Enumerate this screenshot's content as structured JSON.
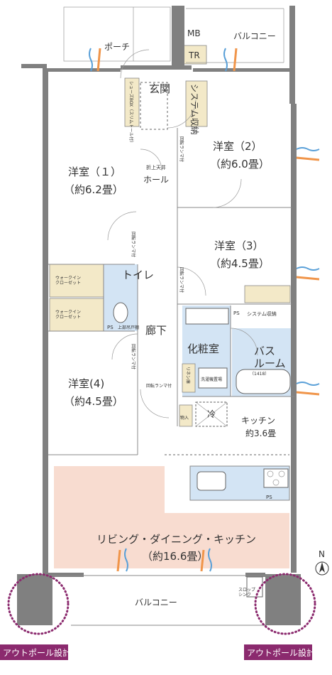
{
  "rooms": {
    "porch": "ポーチ",
    "mb": "MB",
    "tr": "TR",
    "balcony_top": "バルコニー",
    "entrance": "玄関",
    "shoebox": "シューズBOX（スリムトール付）",
    "system_storage_v": "システム収納",
    "ceiling_storage": "折上天井",
    "hall": "ホール",
    "bed1_name": "洋室（１）",
    "bed1_size": "（約6.2畳）",
    "bed2_name": "洋室（2）",
    "bed2_size": "（約6.0畳）",
    "bed3_name": "洋室（3）",
    "bed3_size": "（約4.5畳）",
    "bed4_name": "洋室(4)",
    "bed4_size": "（約4.5畳）",
    "walkin1": "ウォークイン\nクローゼット",
    "walkin2": "ウォークイン\nクローゼット",
    "toilet": "トイレ",
    "ps": "PS",
    "toilet_shelf": "上部吊戸棚",
    "corridor": "廊下",
    "powder": "化粧室",
    "bath": "バス\nルーム",
    "bath_size": "（1418）",
    "laundry": "洗濯機置場",
    "linen": "リネン庫",
    "cold": "冷",
    "storage": "物入",
    "system_storage": "システム収納",
    "kitchen_name": "キッチン",
    "kitchen_size": "約3.6畳",
    "ldk_name": "リビング・ダイニング・キッチン",
    "ldk_size": "（約16.6畳）",
    "balcony_bottom": "バルコニー",
    "slop_sink": "スロップ\nシンク",
    "door_note": "回転ランマ付",
    "north": "N",
    "outpole_left": "アウトポール設計",
    "outpole_right": "アウトポール設計"
  },
  "colors": {
    "ldk_fill": "#f8dcd0",
    "wet_fill": "#d3e4f4",
    "storage_fill": "#f3e9c8",
    "outpole_badge": "#8b2a6e",
    "wall": "#808080",
    "air_blue": "#5aa0d8",
    "air_orange": "#f0954a"
  }
}
